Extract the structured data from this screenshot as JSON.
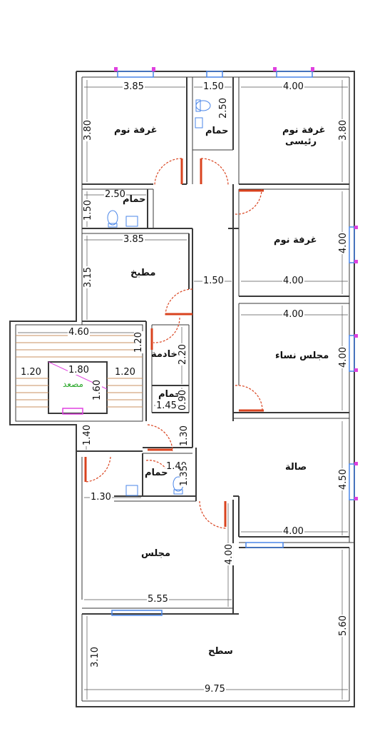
{
  "rooms": {
    "bedroom_1": "غرفة نوم",
    "bathroom_top": "حمام",
    "master_bedroom": "غرفة نوم",
    "master_bedroom_line2": "رئيسى",
    "bathroom_small": "حمام",
    "kitchen": "مطبخ",
    "bedroom_2": "غرفة نوم",
    "maid": "خادمة",
    "women_majlis": "مجلس نساء",
    "bathroom_mid": "حمام",
    "elevator": "مصعد",
    "hall": "صالة",
    "bathroom_lower": "حمام",
    "majlis": "مجلس",
    "roof": "سطح"
  },
  "dimensions": {
    "d_385_top": "3.85",
    "d_150_top": "1.50",
    "d_400_top": "4.00",
    "d_380_left": "3.80",
    "d_250_bath": "2.50",
    "d_380_right": "3.80",
    "d_250_small": "2.50",
    "d_150_small": "1.50",
    "d_385_kitchen": "3.85",
    "d_400_bed2_v": "4.00",
    "d_315": "3.15",
    "d_150_corr": "1.50",
    "d_400_bed2_h": "4.00",
    "d_400_women_h": "4.00",
    "d_460": "4.60",
    "d_120_stair_v": "1.20",
    "d_220": "2.20",
    "d_400_women_v": "4.00",
    "d_120_left": "1.20",
    "d_180": "1.80",
    "d_120_right": "1.20",
    "d_160": "1.60",
    "d_090": "0.90",
    "d_145": "1.45",
    "d_140_v": "1.40",
    "d_130_v": "1.30",
    "d_140_h": "1.40",
    "d_135": "1.35",
    "d_450": "4.50",
    "d_130_h": "1.30",
    "d_400_hall": "4.00",
    "d_400_majlis": "4.00",
    "d_555": "5.55",
    "d_560": "5.60",
    "d_310": "3.10",
    "d_975": "9.75"
  },
  "colors": {
    "wall": "#3a3a3a",
    "door": "#d9431f",
    "window": "#4a86e8",
    "window_marker": "#e040e0",
    "label_green": "#2aa82a"
  }
}
